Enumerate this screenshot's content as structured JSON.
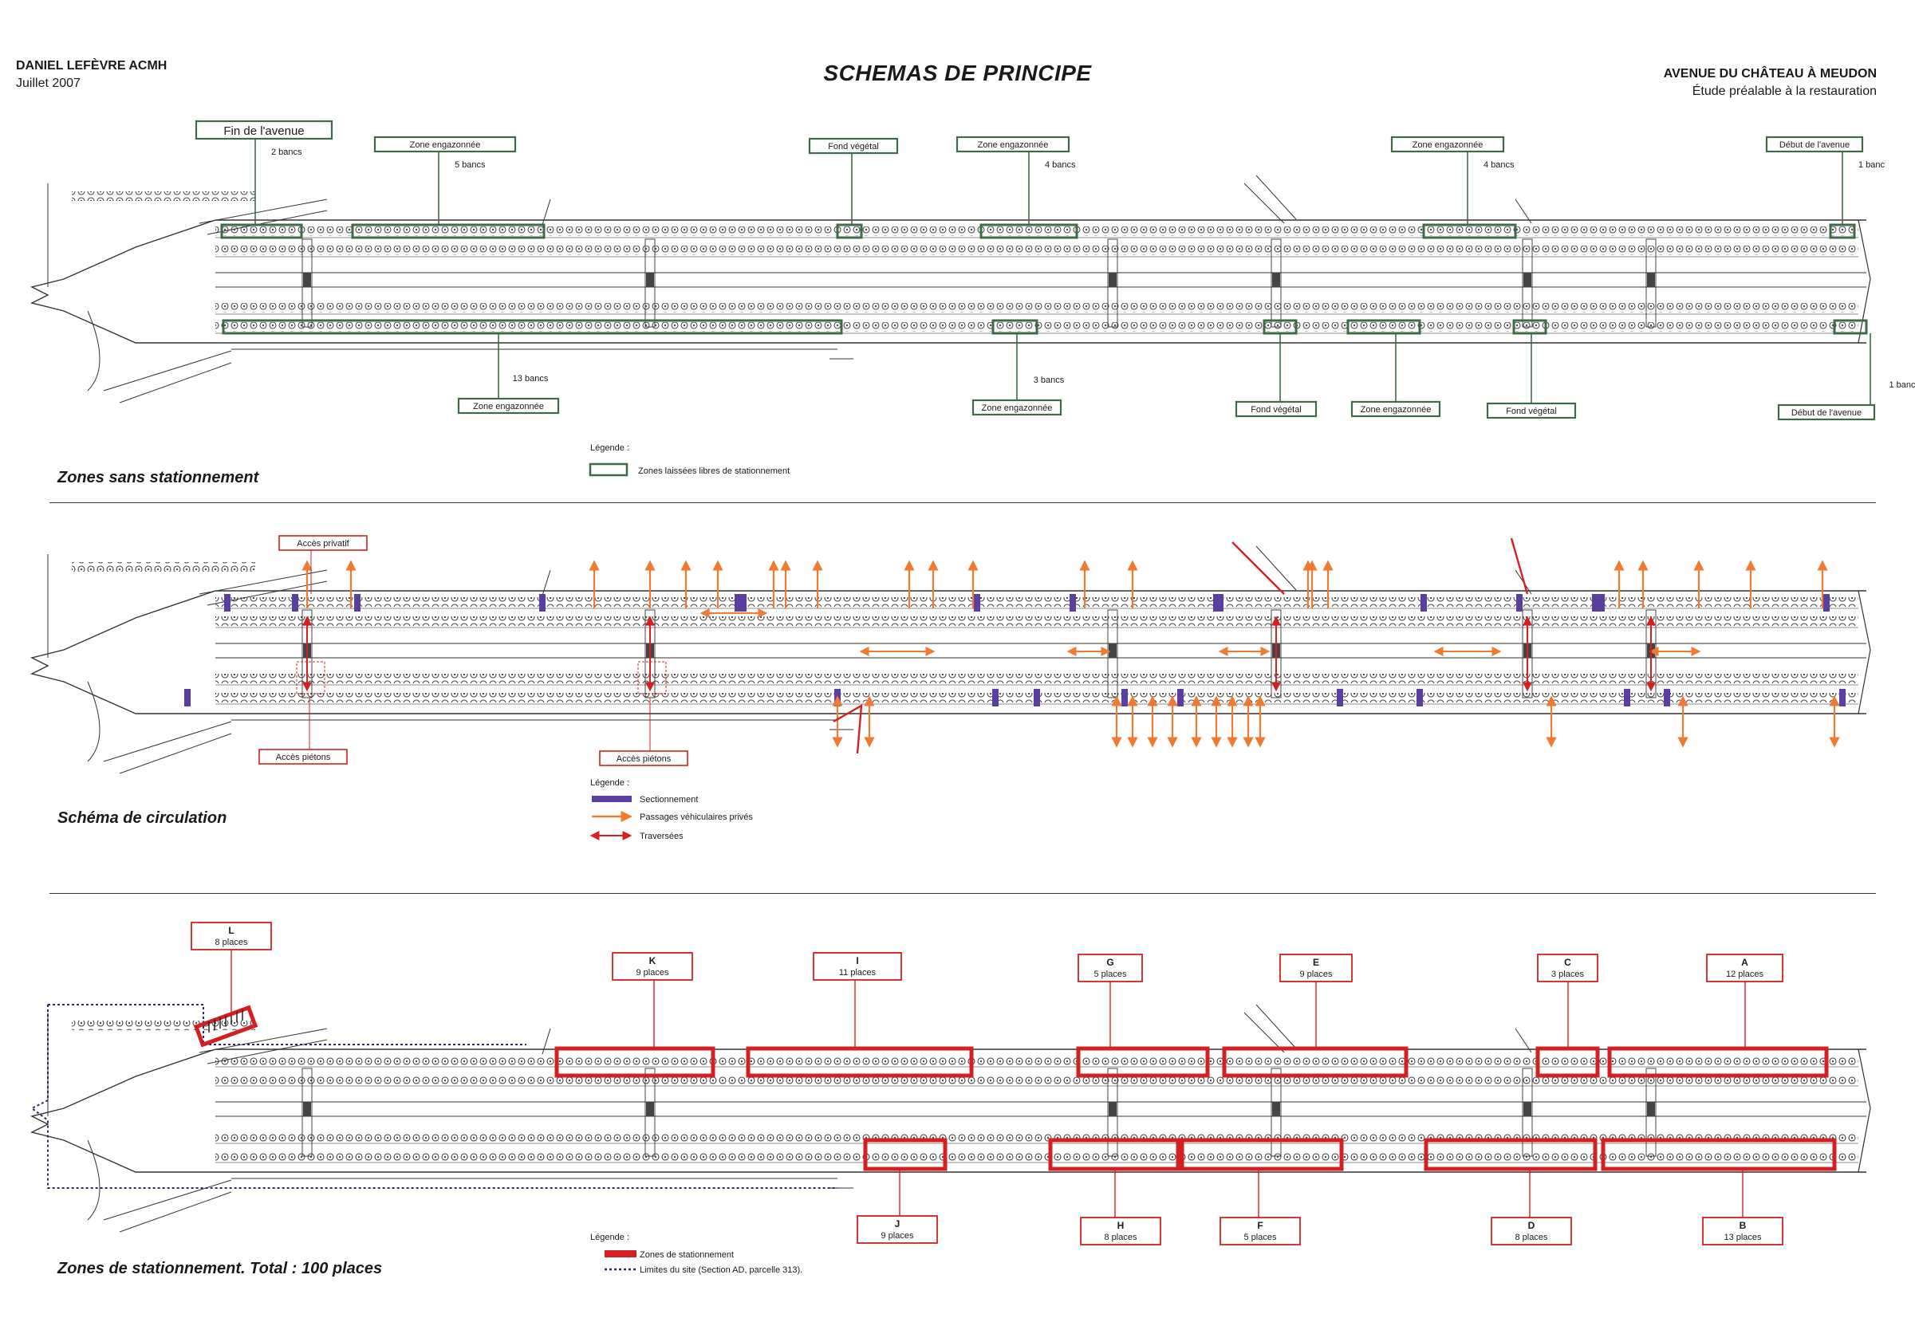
{
  "header": {
    "author": "DANIEL LEFÈVRE ACMH",
    "date": "Juillet 2007",
    "title": "SCHEMAS DE PRINCIPE",
    "project": "AVENUE DU CHÂTEAU À MEUDON",
    "project_sub": "Étude préalable à la restauration"
  },
  "colors": {
    "green": "#3d6b45",
    "red": "#d42020",
    "purple": "#5a3fa0",
    "orange": "#f07a30",
    "line": "#333333"
  },
  "panel1": {
    "title": "Zones sans stationnement",
    "legend_heading": "Légende :",
    "legend_items": [
      {
        "symbol": "green-box-icon",
        "label": "Zones laissées libres de stationnement"
      }
    ],
    "labels": [
      {
        "text": "Fin de l'avenue",
        "count": "2 bancs",
        "pos": "top"
      },
      {
        "text": "Zone engazonnée",
        "count": "5 bancs",
        "pos": "top"
      },
      {
        "text": "Fond végétal",
        "count": "",
        "pos": "top"
      },
      {
        "text": "Zone engazonnée",
        "count": "4 bancs",
        "pos": "top"
      },
      {
        "text": "Zone engazonnée",
        "count": "4 bancs",
        "pos": "top"
      },
      {
        "text": "Début de l'avenue",
        "count": "1 banc",
        "pos": "top"
      },
      {
        "text": "Zone engazonnée",
        "count": "13 bancs",
        "pos": "bottom"
      },
      {
        "text": "Zone engazonnée",
        "count": "3 bancs",
        "pos": "bottom"
      },
      {
        "text": "Fond végétal",
        "count": "",
        "pos": "bottom"
      },
      {
        "text": "Zone engazonnée",
        "count": "",
        "pos": "bottom"
      },
      {
        "text": "Fond végétal",
        "count": "",
        "pos": "bottom"
      },
      {
        "text": "Début de l'avenue",
        "count": "1 banc",
        "pos": "bottom"
      }
    ]
  },
  "panel2": {
    "title": "Schéma de circulation",
    "legend_heading": "Légende :",
    "legend_items": [
      {
        "symbol": "purple-bar-icon",
        "label": "Sectionnement"
      },
      {
        "symbol": "orange-arrow-icon",
        "label": "Passages véhiculaires privés"
      },
      {
        "symbol": "red-double-arrow-icon",
        "label": "Traversées"
      }
    ],
    "labels": [
      {
        "text": "Accès privatif",
        "pos": "top"
      },
      {
        "text": "Accès piétons",
        "pos": "bottom"
      },
      {
        "text": "Accès piétons",
        "pos": "bottom"
      }
    ]
  },
  "panel3": {
    "title": "Zones de stationnement. Total : 100 places",
    "legend_heading": "Légende :",
    "legend_items": [
      {
        "symbol": "red-box-icon",
        "label": "Zones de stationnement"
      },
      {
        "symbol": "dotted-line-icon",
        "label": "Limites du site (Section AD, parcelle 313)."
      }
    ],
    "zones": [
      {
        "letter": "L",
        "places": "8 places",
        "pos": "top"
      },
      {
        "letter": "K",
        "places": "9 places",
        "pos": "top"
      },
      {
        "letter": "I",
        "places": "11 places",
        "pos": "top"
      },
      {
        "letter": "G",
        "places": "5 places",
        "pos": "top"
      },
      {
        "letter": "E",
        "places": "9 places",
        "pos": "top"
      },
      {
        "letter": "C",
        "places": "3 places",
        "pos": "top"
      },
      {
        "letter": "A",
        "places": "12 places",
        "pos": "top"
      },
      {
        "letter": "J",
        "places": "9 places",
        "pos": "bottom"
      },
      {
        "letter": "H",
        "places": "8 places",
        "pos": "bottom"
      },
      {
        "letter": "F",
        "places": "5 places",
        "pos": "bottom"
      },
      {
        "letter": "D",
        "places": "8 places",
        "pos": "bottom"
      },
      {
        "letter": "B",
        "places": "13 places",
        "pos": "bottom"
      }
    ]
  }
}
